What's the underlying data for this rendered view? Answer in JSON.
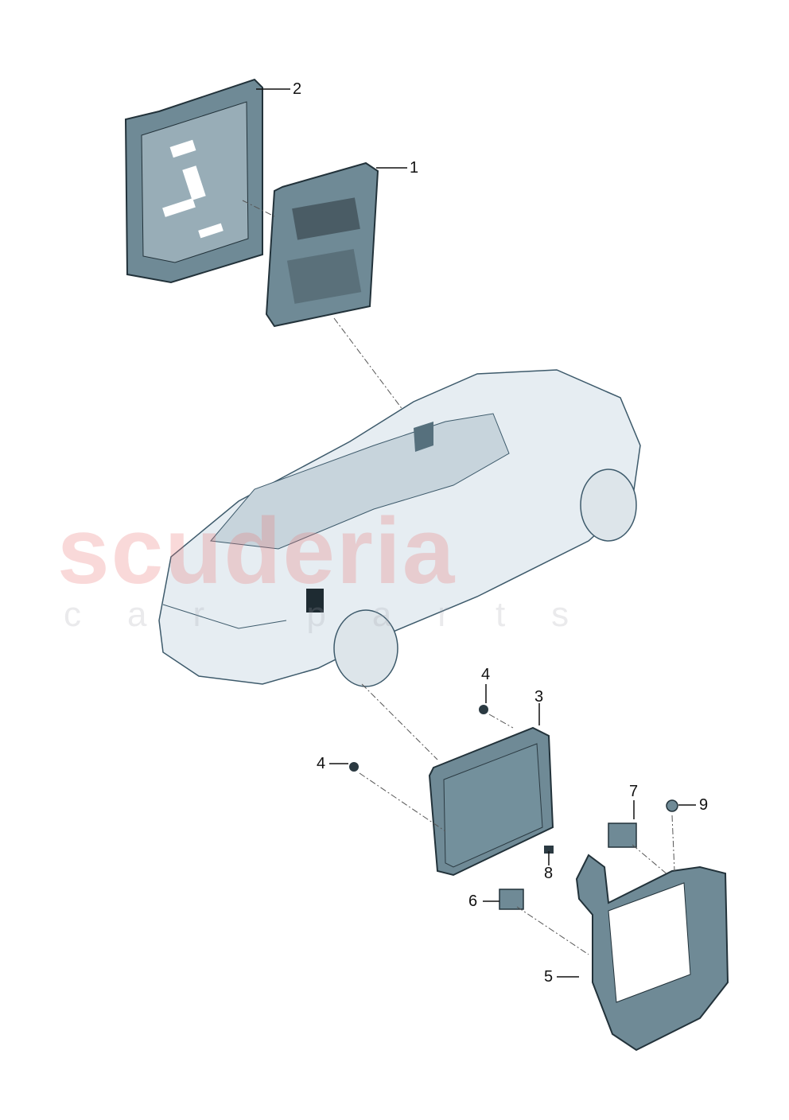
{
  "diagram": {
    "type": "exploded parts diagram",
    "subject": "vehicle control module and mounting bracket",
    "callouts": [
      {
        "id": "1",
        "label": "1",
        "part": "control unit"
      },
      {
        "id": "2",
        "label": "2",
        "part": "mounting frame"
      },
      {
        "id": "3",
        "label": "3",
        "part": "control unit"
      },
      {
        "id": "4a",
        "label": "4",
        "part": "nut"
      },
      {
        "id": "4b",
        "label": "4",
        "part": "nut"
      },
      {
        "id": "5",
        "label": "5",
        "part": "bracket"
      },
      {
        "id": "6",
        "label": "6",
        "part": "clip nut"
      },
      {
        "id": "7",
        "label": "7",
        "part": "clip nut"
      },
      {
        "id": "8",
        "label": "8",
        "part": "bolt"
      },
      {
        "id": "9",
        "label": "9",
        "part": "nut"
      }
    ]
  },
  "watermark": {
    "main": "scuderia",
    "sub": "car parts"
  },
  "colors": {
    "part_fill": "#6f8a96",
    "part_dark": "#2b3a42",
    "car_line": "#3d5a6b",
    "car_fill": "#e6edf2",
    "watermark_red": "#eb7878",
    "watermark_grey": "#c8c8cc"
  }
}
